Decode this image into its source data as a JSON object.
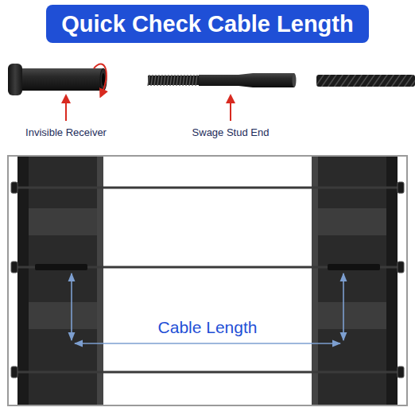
{
  "diagram": {
    "title": "Quick Check Cable Length",
    "labels": [
      "Invisible Receiver",
      "Swage Stud End",
      "Cable Length"
    ]
  }
}
